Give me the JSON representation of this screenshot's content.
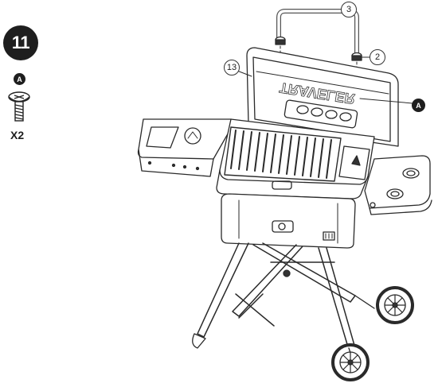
{
  "step": {
    "number": "11"
  },
  "part": {
    "label": "A",
    "icon": "screw-icon",
    "quantity": "X2"
  },
  "callouts": {
    "handle": "3",
    "cap": "2",
    "lid": "13",
    "screw_location": "A"
  },
  "lid_logo_text": "TRAVELER"
}
